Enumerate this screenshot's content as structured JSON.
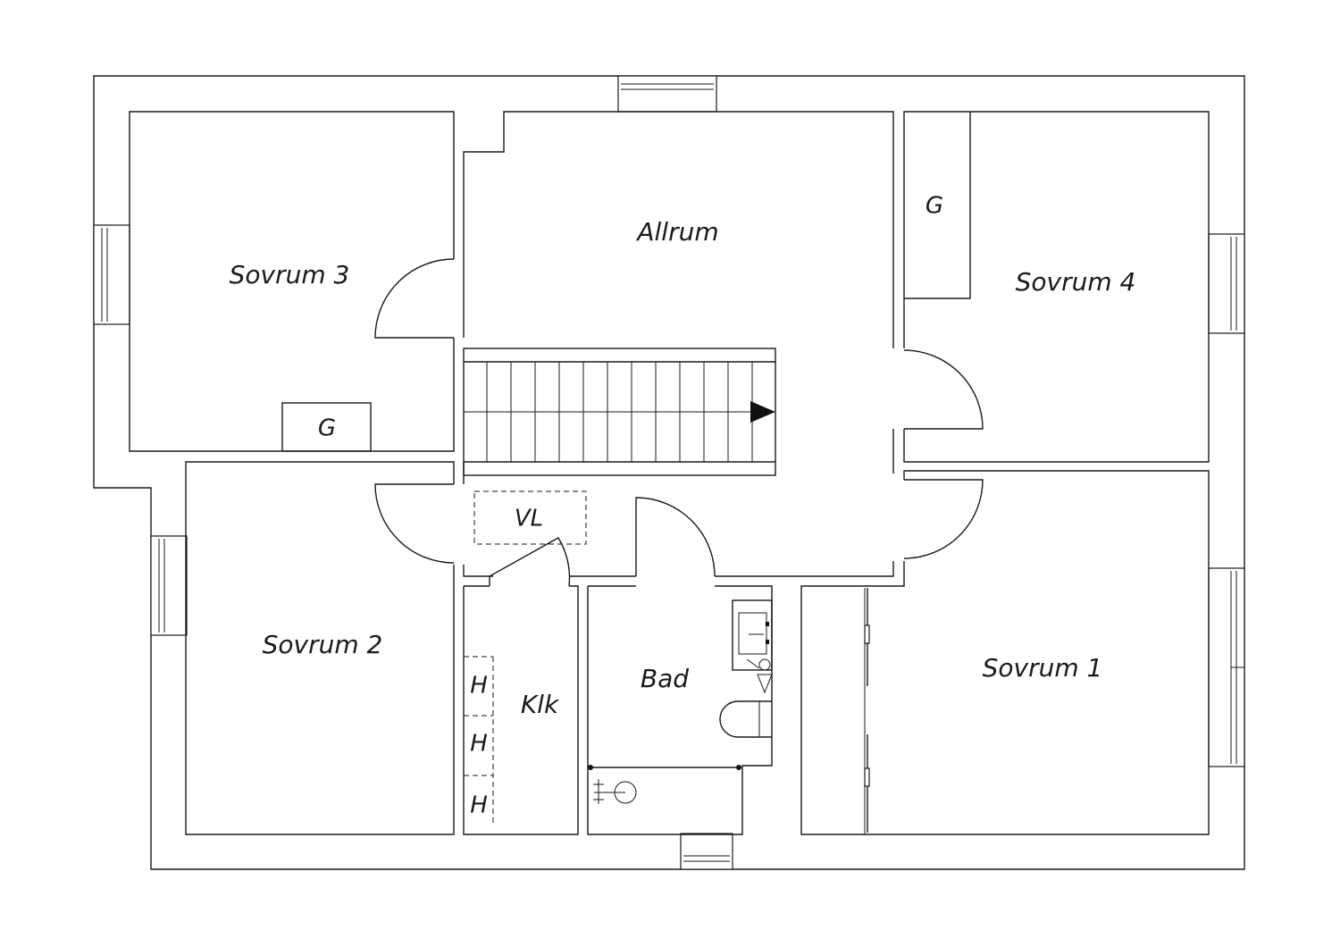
{
  "rooms": {
    "allrum": "Allrum",
    "sovrum_1": "Sovrum 1",
    "sovrum_2": "Sovrum 2",
    "sovrum_3": "Sovrum 3",
    "sovrum_4": "Sovrum 4",
    "bad": "Bad",
    "klk": "Klk"
  },
  "fixtures": {
    "garderob_sovrum_3": "G",
    "garderob_sovrum_4": "G",
    "vl": "VL",
    "hylla_1": "H",
    "hylla_2": "H",
    "hylla_3": "H"
  }
}
